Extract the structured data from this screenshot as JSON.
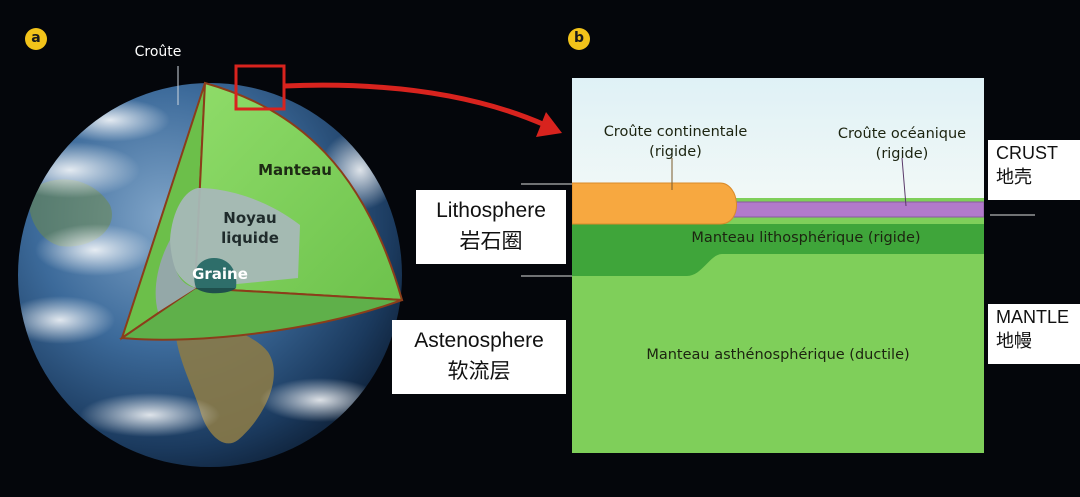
{
  "panel_a": {
    "badge": "a",
    "labels": {
      "crust": "Croûte",
      "mantle": "Manteau",
      "liquid_core_line1": "Noyau",
      "liquid_core_line2": "liquide",
      "inner_core": "Graine"
    }
  },
  "panel_b": {
    "badge": "b",
    "labels": {
      "continental_crust_line1": "Croûte continentale",
      "continental_crust_line2": "(rigide)",
      "oceanic_crust_line1": "Croûte océanique",
      "oceanic_crust_line2": "(rigide)",
      "lithospheric_mantle": "Manteau lithosphérique (rigide)",
      "asthenospheric_mantle": "Manteau asthénosphérique (ductile)"
    }
  },
  "annotations": {
    "lithosphere_en": "Lithosphere",
    "lithosphere_zh": "岩石圈",
    "asthenosphere_en": "Astenosphere",
    "asthenosphere_zh": "软流层",
    "crust_en": "CRUST",
    "crust_zh": "地壳",
    "mantle_en": "MANTLE",
    "mantle_zh": "地幔"
  },
  "colors": {
    "mantle_green": "#7fcf5a",
    "continental_crust": "#f7a840",
    "oceanic_crust": "#b27acb",
    "lithospheric_mantle": "#3fa53a",
    "sky": "#e8f4f8",
    "badge": "#f2c31a",
    "arrow": "#d8231e",
    "outer_core": "#a9b9b8",
    "inner_core": "#2e6e6a"
  }
}
